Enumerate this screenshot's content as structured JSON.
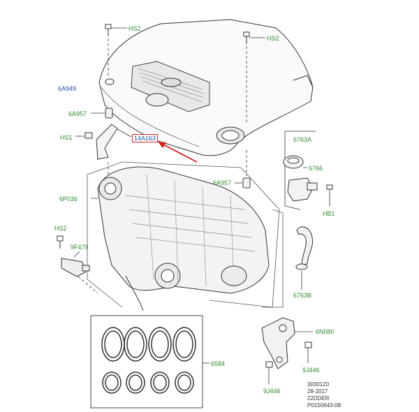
{
  "labels": {
    "hs2_top_left": "HS2",
    "hs2_top_right": "HS2",
    "cover": "6A949",
    "grommet_left": "6A957",
    "hs1": "HS1",
    "bracket": "14A163",
    "valve": "6763A",
    "cap": "6766",
    "grommet_right": "6A957",
    "manifold": "6P036",
    "hb1": "HB1",
    "hs2_left": "HS2",
    "sensor": "9F479",
    "hose": "6763B",
    "mount": "6N080",
    "gasket": "6584",
    "bolt_a": "9J446",
    "bolt_b": "9J446"
  },
  "footer": {
    "line1": "3030120",
    "line2": "28-2017",
    "line3": "22DDER",
    "line4": "P0150643-08"
  },
  "colors": {
    "label_green": "#2e8b2e",
    "label_blue": "#1f4fa8",
    "highlight": "#d42323"
  }
}
